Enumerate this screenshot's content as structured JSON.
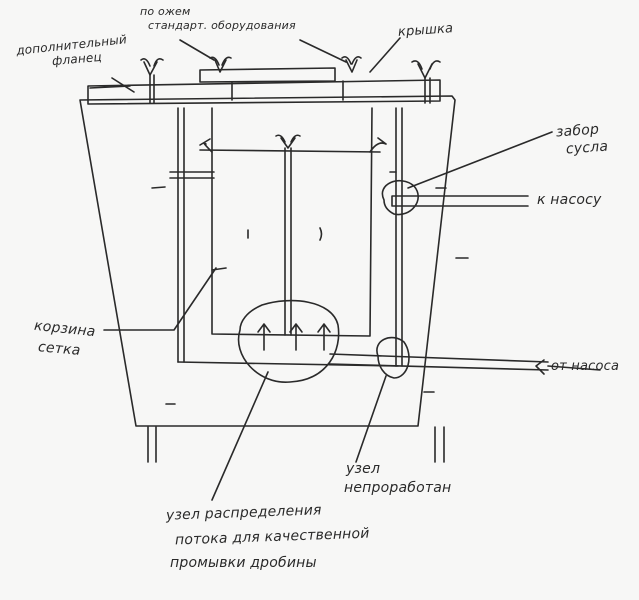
{
  "labels": {
    "extra_flange_1": "дополнительный",
    "extra_flange_2": "фланец",
    "std_equip_1": "по ожем",
    "std_equip_2": "стандарт. оборудования",
    "lid": "крышка",
    "wort_intake_1": "забор",
    "wort_intake_2": "сусла",
    "to_pump": "к насосу",
    "basket_1": "корзина",
    "basket_2": "сетка",
    "from_pump": "от насоса",
    "unworked_node_1": "узел",
    "unworked_node_2": "непроработан",
    "distribution_1": "узел распределения",
    "distribution_2": "потока для качественной",
    "distribution_3": "промывки дробины"
  },
  "colors": {
    "ink": "#2a2a2a",
    "paper": "#f7f7f6"
  }
}
